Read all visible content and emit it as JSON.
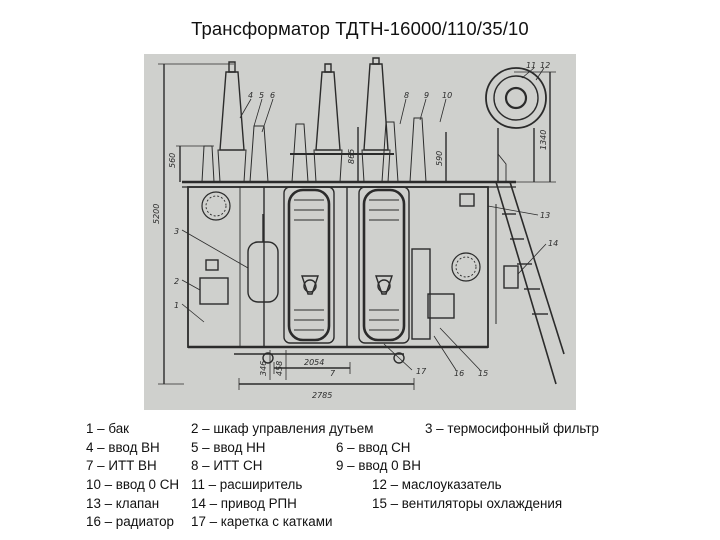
{
  "title": "Трансформатор ТДТН-16000/110/35/10",
  "drawing": {
    "dimensions": [
      "5200",
      "560",
      "865",
      "590",
      "1340",
      "346",
      "458",
      "2054",
      "2785"
    ],
    "callouts": [
      "1",
      "2",
      "3",
      "4",
      "5",
      "6",
      "7",
      "8",
      "9",
      "10",
      "11",
      "12",
      "13",
      "14",
      "15",
      "16",
      "17"
    ]
  },
  "legend": [
    [
      "1 – бак",
      "2 – шкаф управления дутьем",
      "3 – термосифонный фильтр"
    ],
    [
      "4 – ввод ВН",
      "5 – ввод НН",
      "6 – ввод СН"
    ],
    [
      "7 – ИТТ ВН",
      "8 – ИТТ СН",
      "9 – ввод 0 ВН"
    ],
    [
      "10 – ввод 0 СН",
      "11 – расширитель",
      "12 – маслоуказатель"
    ],
    [
      "13 – клапан",
      "14 – привод РПН",
      "15 – вентиляторы охлаждения"
    ],
    [
      "16 – радиатор",
      "17 – каретка с катками",
      ""
    ]
  ]
}
